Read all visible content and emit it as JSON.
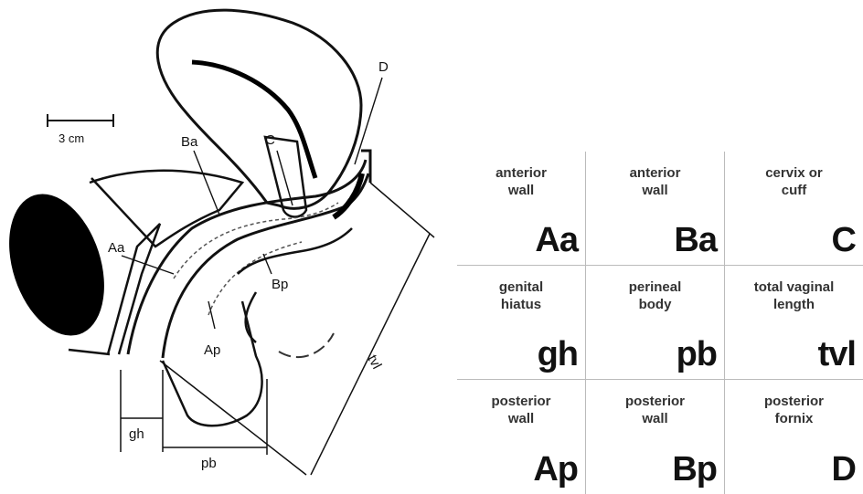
{
  "diagram": {
    "scale_label": "3 cm",
    "labels": {
      "D": "D",
      "C": "C",
      "Ba": "Ba",
      "Aa": "Aa",
      "Bp": "Bp",
      "Ap": "Ap",
      "tvl": "tvl",
      "gh": "gh",
      "pb": "pb"
    }
  },
  "legend": {
    "cells": [
      {
        "desc": "anterior\nwall",
        "code": "Aa"
      },
      {
        "desc": "anterior\nwall",
        "code": "Ba"
      },
      {
        "desc": "cervix or\ncuff",
        "code": "C"
      },
      {
        "desc": "genital\nhiatus",
        "code": "gh"
      },
      {
        "desc": "perineal\nbody",
        "code": "pb"
      },
      {
        "desc": "total vaginal\nlength",
        "code": "tvl"
      },
      {
        "desc": "posterior\nwall",
        "code": "Ap"
      },
      {
        "desc": "posterior\nwall",
        "code": "Bp"
      },
      {
        "desc": "posterior\nfornix",
        "code": "D"
      }
    ]
  }
}
